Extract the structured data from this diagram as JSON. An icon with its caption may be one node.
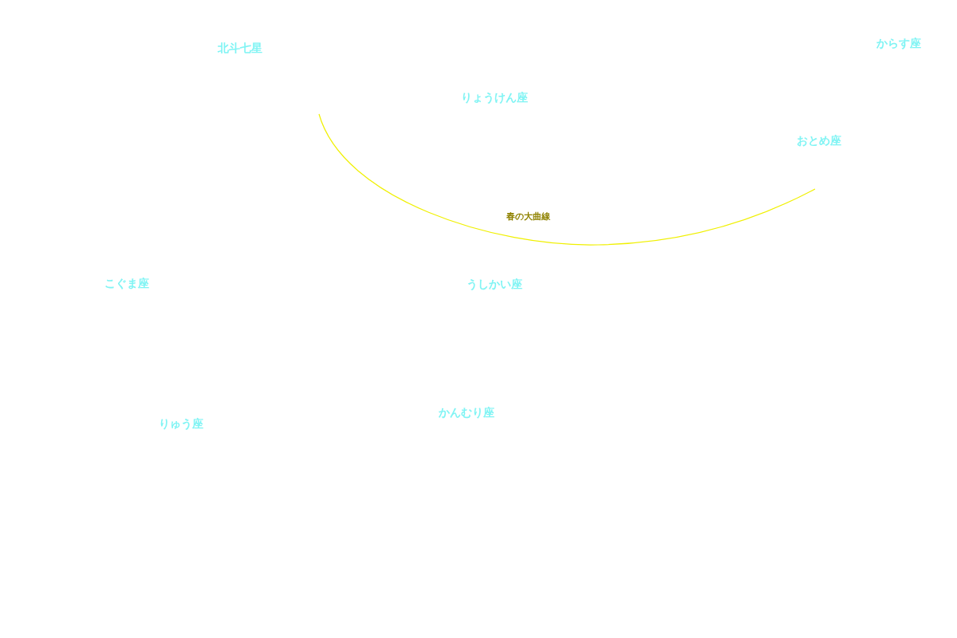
{
  "diagram": {
    "labels": [
      "北斗七星",
      "からす座",
      "りょうけん座",
      "おとめ座",
      "春の大曲線",
      "こぐま座",
      "うしかい座",
      "かんむり座",
      "りゅう座"
    ]
  }
}
